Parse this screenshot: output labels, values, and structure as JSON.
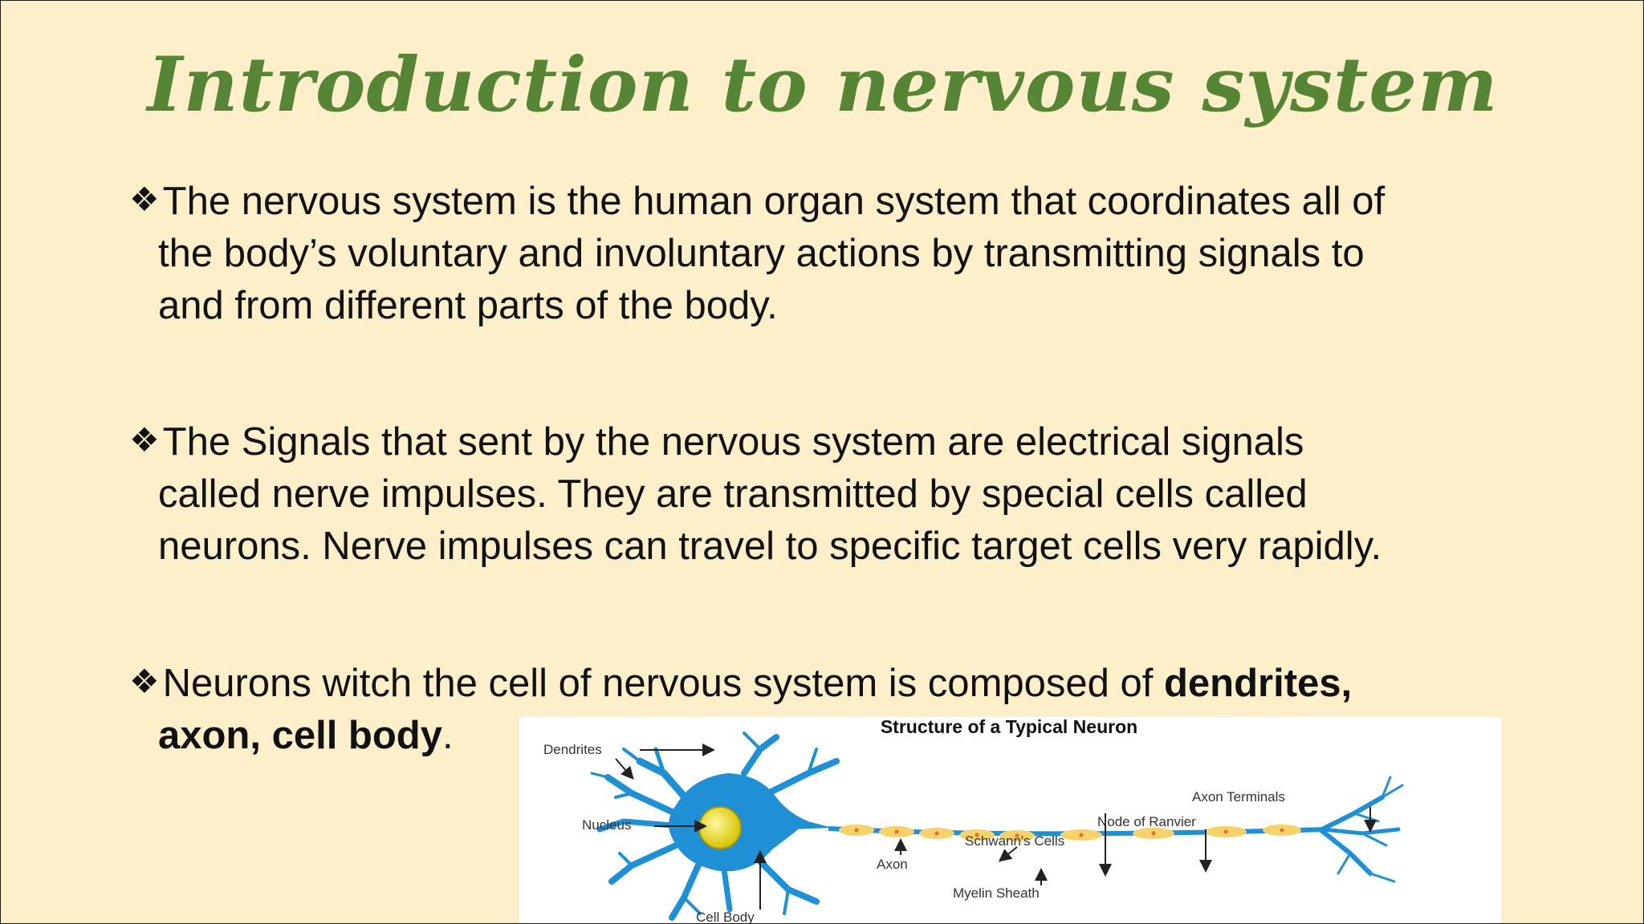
{
  "slide": {
    "title": "Introduction to nervous system",
    "bullet_symbol": "❖",
    "bullets": [
      {
        "lines": [
          "The nervous system is the human organ system that coordinates all of",
          "the body’s voluntary and involuntary actions by transmitting signals to",
          "and from different parts of the body."
        ]
      },
      {
        "lines": [
          "The Signals that sent by the nervous system are electrical signals",
          "called nerve impulses. They are transmitted by special cells called",
          "neurons. Nerve impulses can travel to specific target cells very rapidly."
        ]
      },
      {
        "line1_plain": "Neurons witch the cell of nervous system is composed of ",
        "line1_bold": "dendrites,",
        "line2_bold": "axon, cell body",
        "line2_plain": "."
      }
    ]
  },
  "figure": {
    "title": "Structure of a Typical Neuron",
    "labels": {
      "dendrites": "Dendrites",
      "nucleus": "Nucleus",
      "cell_body": "Cell Body",
      "axon": "Axon",
      "schwann_cells": "Schwann's Cells",
      "myelin_sheath": "Myelin Sheath",
      "node_of_ranvier": "Node of Ranvier",
      "axon_terminals": "Axon Terminals"
    },
    "colors": {
      "neuron": "#1f8fd6",
      "nucleus": "#f0e200",
      "myelin": "#f6d26a",
      "node": "#e86a3a"
    }
  }
}
